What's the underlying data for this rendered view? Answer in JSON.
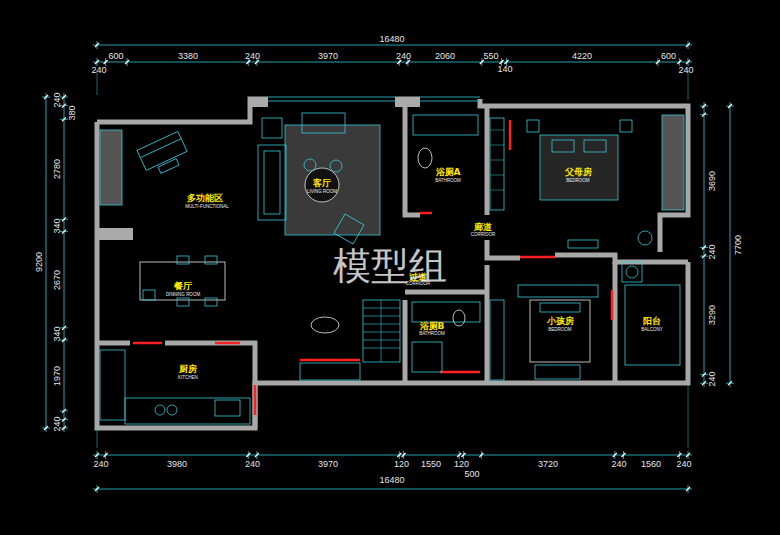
{
  "diagram": {
    "labels": [
      "16480",
      "240",
      "600",
      "3380",
      "240",
      "3970",
      "240",
      "2060",
      "550",
      "140",
      "4220",
      "600",
      "240",
      "9200",
      "240",
      "380",
      "2780",
      "340",
      "2670",
      "340",
      "1970",
      "240",
      "3690",
      "240",
      "3290",
      "240",
      "7700",
      "240",
      "3980",
      "240",
      "3970",
      "120",
      "1550",
      "120",
      "500",
      "3720",
      "240",
      "1560",
      "240",
      "16480",
      "多功能区",
      "MULTI-FUNCTIONAL",
      "客厅",
      "LIVING ROOM",
      "浴厕A",
      "BATHROOM",
      "父母房",
      "BEDROOM",
      "廊道",
      "CORRIDOR",
      "餐厅",
      "DINNING ROOM",
      "过道",
      "CORRIDOR",
      "浴厕B",
      "BATHROOM",
      "厨房",
      "KITCHEN",
      "小孩房",
      "BEDROOM",
      "阳台",
      "BALCONY",
      "模型组"
    ]
  }
}
